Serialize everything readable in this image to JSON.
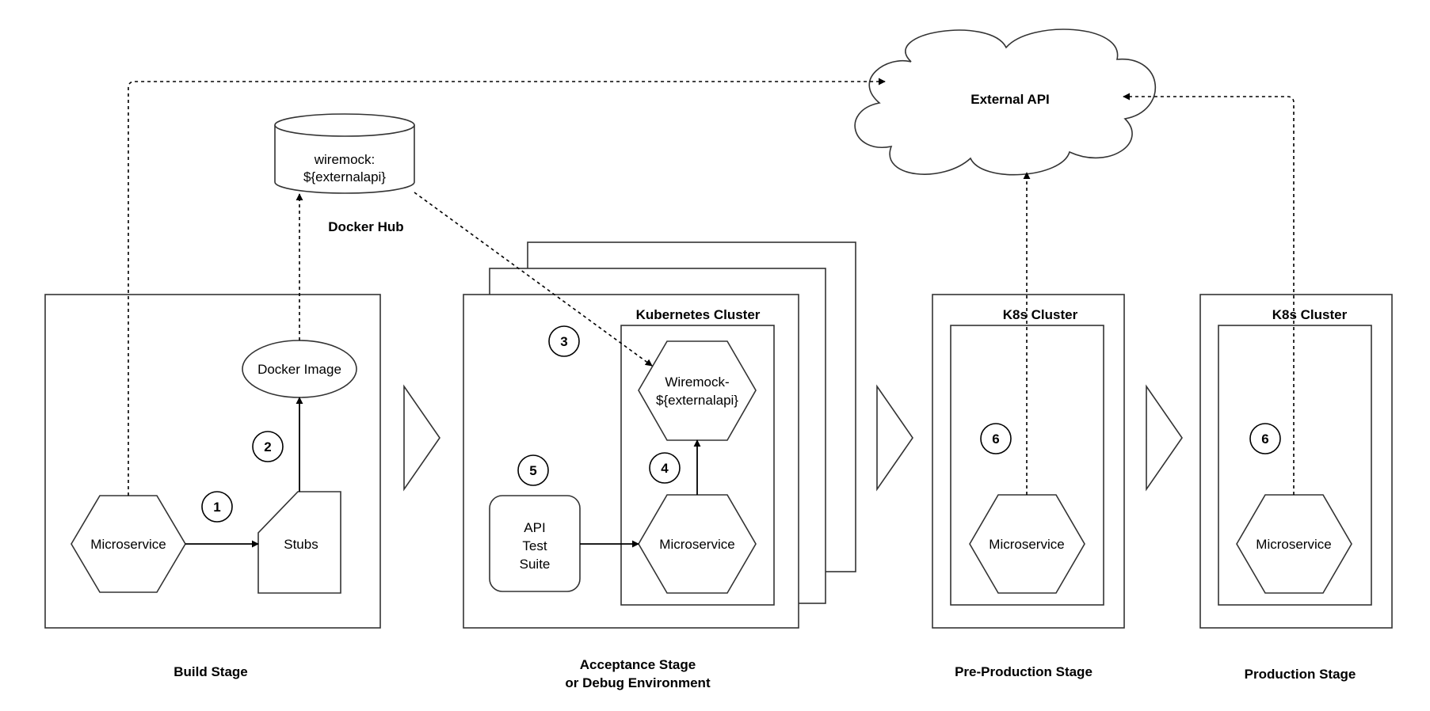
{
  "nodes": {
    "external_api": "External API",
    "docker_hub_db": [
      "wiremock:",
      "${externalapi}"
    ],
    "docker_hub": "Docker Hub",
    "docker_image": "Docker Image",
    "build_microservice": "Microservice",
    "stubs": "Stubs",
    "kubernetes_cluster": "Kubernetes Cluster",
    "wiremock_hex": [
      "Wiremock-",
      "${externalapi}"
    ],
    "api_test_suite": [
      "API",
      "Test",
      "Suite"
    ],
    "acceptance_microservice": "Microservice",
    "preprod_cluster": "K8s Cluster",
    "preprod_microservice": "Microservice",
    "prod_cluster": "K8s Cluster",
    "prod_microservice": "Microservice"
  },
  "steps": {
    "s1": "1",
    "s2": "2",
    "s3": "3",
    "s4": "4",
    "s5": "5",
    "s6a": "6",
    "s6b": "6"
  },
  "stages": {
    "build": "Build Stage",
    "acceptance": [
      "Acceptance Stage",
      "or Debug Environment"
    ],
    "preprod": "Pre-Production Stage",
    "prod": "Production Stage"
  }
}
